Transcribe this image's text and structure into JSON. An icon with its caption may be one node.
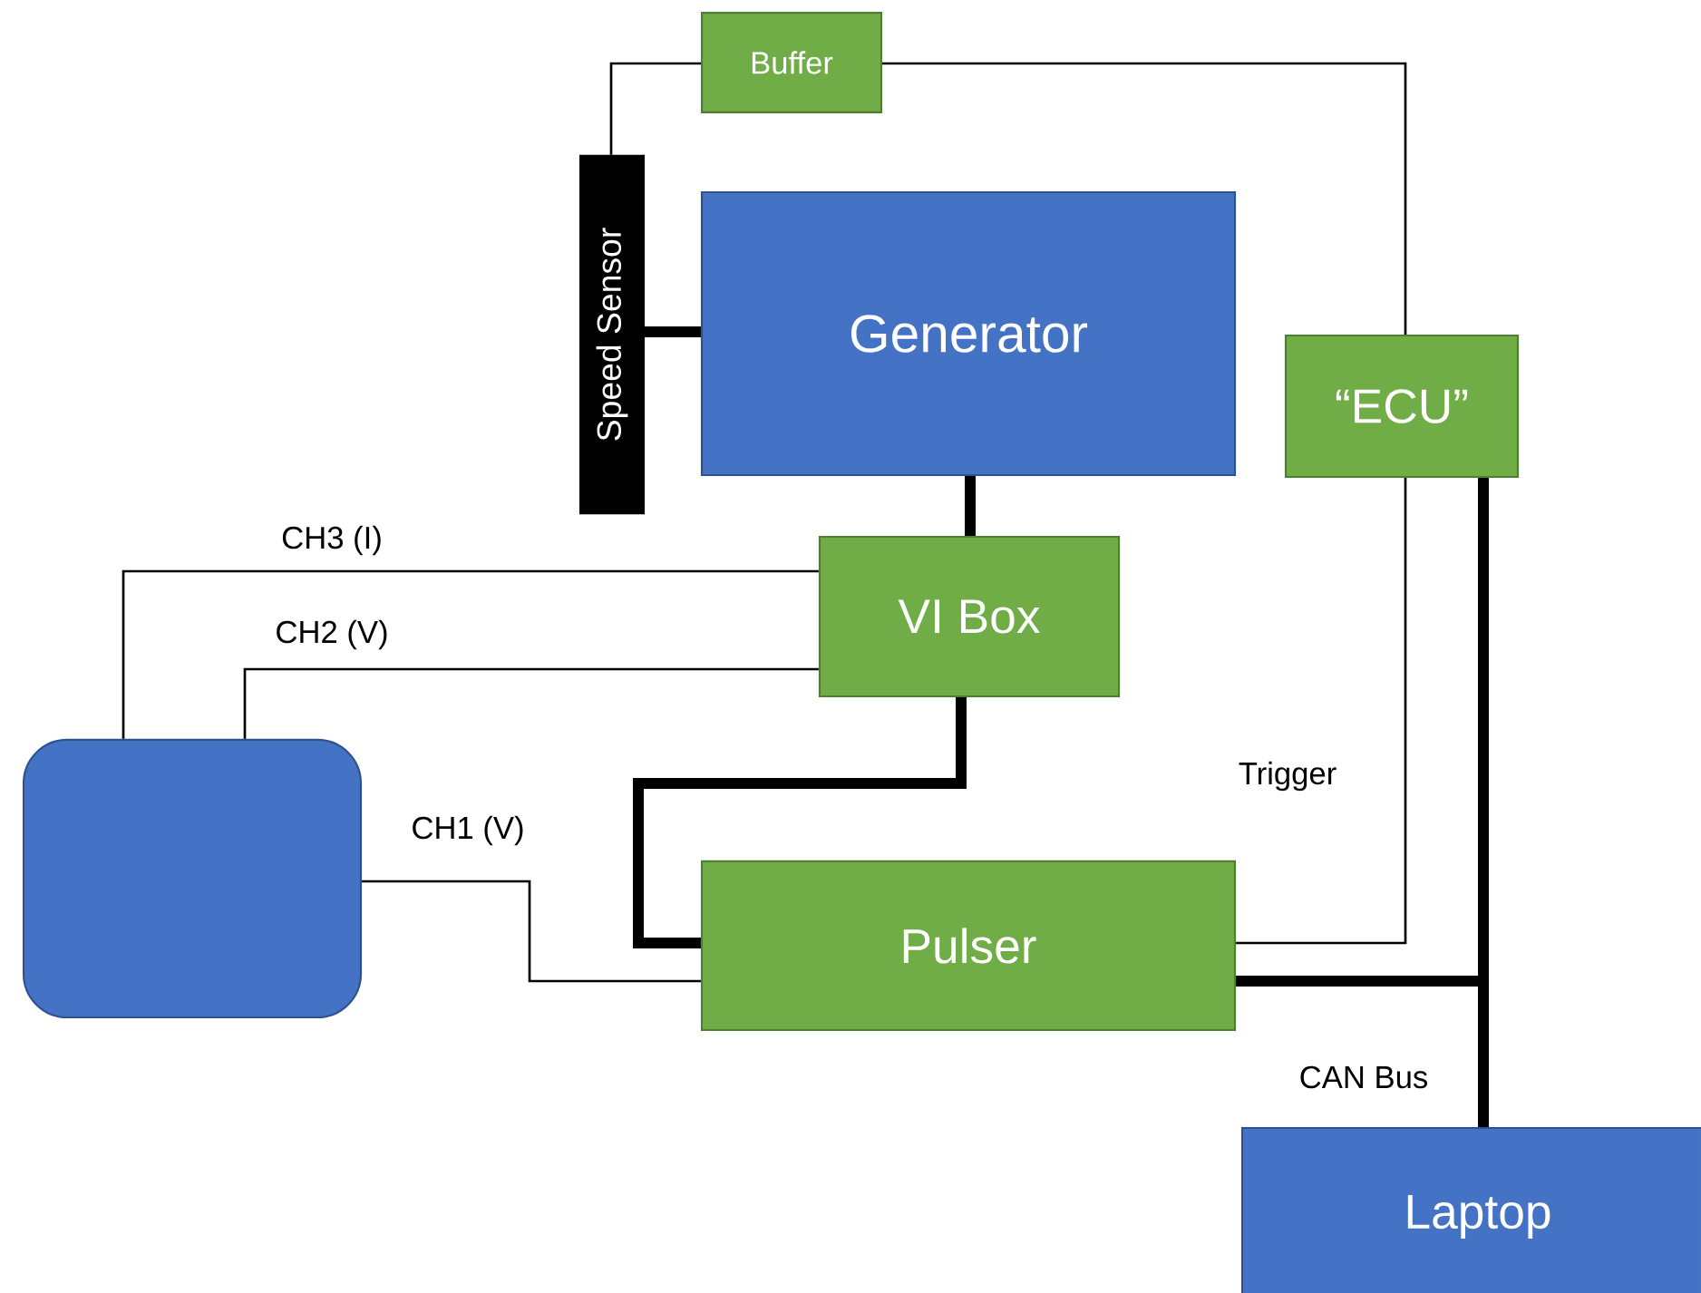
{
  "diagram": {
    "nodes": [
      {
        "text": [
          "Buffer"
        ]
      },
      {
        "text": [
          "Speed Sensor"
        ]
      },
      {
        "text": [
          "Generator"
        ]
      },
      {
        "text": [
          "“ECU”"
        ]
      },
      {
        "text": [
          "VI Box"
        ]
      },
      {
        "text": [],
        "shape": "box"
      },
      {
        "text": [
          "Pulser"
        ]
      },
      {
        "text": [
          "Laptop"
        ]
      }
    ],
    "edges": [
      {
        "from": 1,
        "to": 0,
        "arrow": "none"
      },
      {
        "from": 0,
        "to": 3,
        "arrow": "none"
      },
      {
        "from": 1,
        "to": 2,
        "arrow": "none",
        "style": "thick"
      },
      {
        "from": 2,
        "to": 4,
        "arrow": "none",
        "style": "thick"
      },
      {
        "from": 5,
        "to": 4,
        "arrow": "none",
        "label": "CH3 (I)"
      },
      {
        "from": 5,
        "to": 4,
        "arrow": "none",
        "label": "CH2 (V)"
      },
      {
        "from": 5,
        "to": 6,
        "arrow": "none",
        "label": "CH1 (V)"
      },
      {
        "from": 4,
        "to": 6,
        "arrow": "none",
        "style": "thick"
      },
      {
        "from": 6,
        "to": 3,
        "arrow": "none",
        "label": "Trigger"
      },
      {
        "from": 3,
        "to": 7,
        "arrow": "none",
        "style": "thick",
        "label": "CAN Bus"
      },
      {
        "from": 6,
        "to": 7,
        "arrow": "none",
        "style": "thick"
      }
    ]
  }
}
